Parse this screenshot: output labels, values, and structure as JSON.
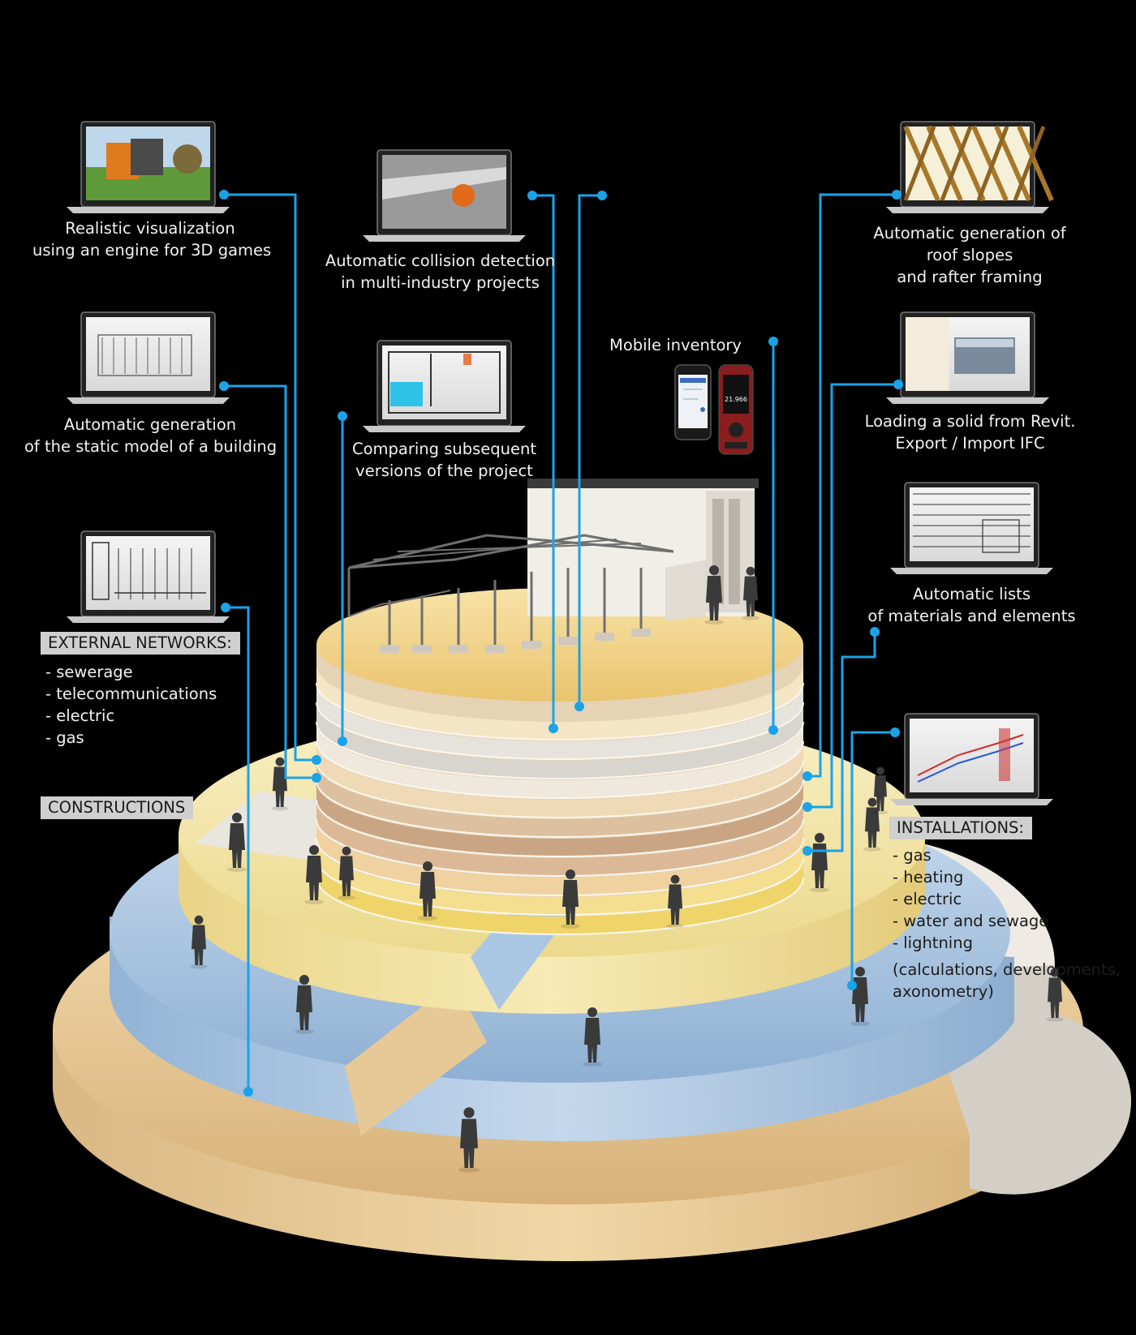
{
  "features": {
    "visualization": {
      "line1": "Realistic visualization",
      "line2": "using an engine for 3D games"
    },
    "collision": {
      "line1": "Automatic collision detection",
      "line2": "in multi-industry projects"
    },
    "roof": {
      "line1": "Automatic generation of",
      "line2": "roof slopes",
      "line3": "and rafter framing"
    },
    "static_model": {
      "line1": "Automatic generation",
      "line2": "of the static model of a building"
    },
    "comparing": {
      "line1": "Comparing subsequent",
      "line2": "versions of the project"
    },
    "mobile": {
      "line1": "Mobile inventory"
    },
    "revit": {
      "line1": "Loading a solid from Revit.",
      "line2": "Export / Import IFC"
    },
    "lists": {
      "line1": "Automatic lists",
      "line2": "of materials and elements"
    }
  },
  "external_networks": {
    "title": "EXTERNAL NETWORKS:",
    "items": [
      "- sewerage",
      "- telecommunications",
      "- electric",
      "- gas"
    ]
  },
  "constructions": {
    "title": "CONSTRUCTIONS"
  },
  "installations": {
    "title": "INSTALLATIONS:",
    "items": [
      "- gas",
      "- heating",
      "- electric",
      "- water and sewage",
      "- lightning"
    ],
    "note1": "(calculations, developments,",
    "note2": "axonometry)"
  },
  "device_readout": "21.966",
  "colors": {
    "connector": "#1aa3e8",
    "background": "#000000",
    "tag_bg": "#cfcfcf",
    "tier_sand": "#e7c997",
    "tier_blue": "#a9c6e3",
    "tier_yellow": "#f2e3a0",
    "tier_white": "#e9e6df"
  },
  "icons": [
    "laptop-icon",
    "smartphone-icon",
    "laser-meter-icon",
    "person-silhouette-icon",
    "building-icon",
    "steel-frame-icon"
  ]
}
